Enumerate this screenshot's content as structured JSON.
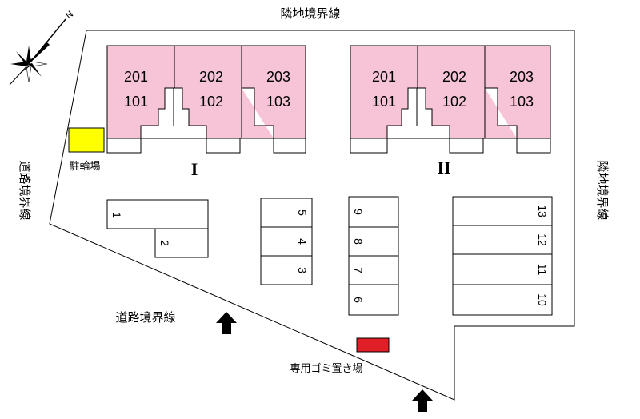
{
  "labels": {
    "top_boundary": "隣地境界線",
    "right_boundary": "隣地境界線",
    "left_road_boundary": "道路境界線",
    "bottom_road_boundary": "道路境界線",
    "bicycle_parking": "駐輪場",
    "garbage_area": "専用ゴミ置き場"
  },
  "compass": {
    "north_label": "N"
  },
  "buildings": [
    {
      "name": "I",
      "units": [
        {
          "upper": "201",
          "lower": "101"
        },
        {
          "upper": "202",
          "lower": "102"
        },
        {
          "upper": "203",
          "lower": "103"
        }
      ]
    },
    {
      "name": "II",
      "units": [
        {
          "upper": "201",
          "lower": "101"
        },
        {
          "upper": "202",
          "lower": "102"
        },
        {
          "upper": "203",
          "lower": "103"
        }
      ]
    }
  ],
  "parking": {
    "slot_1": "1",
    "slot_2": "2",
    "slot_3": "3",
    "slot_4": "4",
    "slot_5": "5",
    "slot_6": "6",
    "slot_7": "7",
    "slot_8": "8",
    "slot_9": "9",
    "slot_10": "10",
    "slot_11": "11",
    "slot_12": "12",
    "slot_13": "13"
  },
  "colors": {
    "building": "#f7c3d6",
    "bicycle": "#ffff00",
    "garbage": "#e01f26",
    "line": "#000000"
  }
}
